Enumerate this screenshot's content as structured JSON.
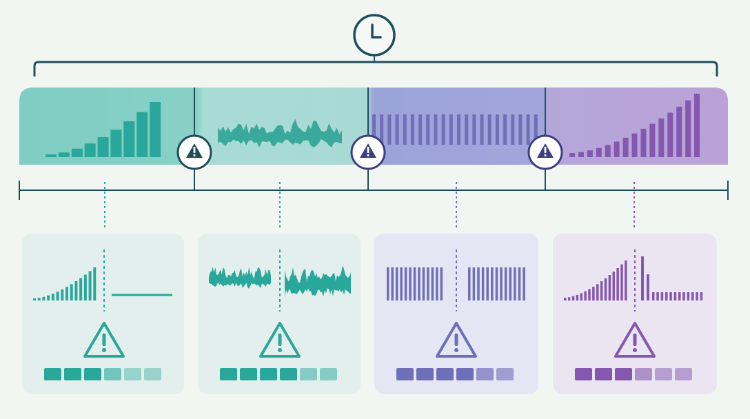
{
  "icons": {
    "timer": "clock-icon",
    "boundary_warning": "warning-icon",
    "panel_warning": "warning-triangle-icon"
  },
  "colors": {
    "background": "#f1f6f2",
    "line": "#1f5b66",
    "warning_ring": "#1f4e5a",
    "teal": "#2aa79b",
    "teal_band": "#7fcdc3",
    "teal_band_light": "#a8dbd6",
    "blue_violet": "#6f6fb8",
    "blue_band": "#9da3d8",
    "purple": "#8458ae",
    "purple_band": "#b9a2d6"
  },
  "segments": [
    {
      "pattern": "rising-bars",
      "accent": "#2aa79b",
      "band": "#7fcdc3"
    },
    {
      "pattern": "noisy-wave",
      "accent": "#3aa99b",
      "band": "#a8dbd6"
    },
    {
      "pattern": "uniform-bars",
      "accent": "#6f6fb8",
      "band": "#9da3d8"
    },
    {
      "pattern": "rising-bars",
      "accent": "#8458ae",
      "band": "#b9a2d6"
    }
  ],
  "panels": [
    {
      "left_pattern": "rising-bars",
      "right_pattern": "flat-line",
      "accent": "#2aa79b",
      "panel_bg": "#e3efec",
      "level_blocks": [
        1,
        1,
        1,
        0.6,
        0.4,
        0.4
      ]
    },
    {
      "left_pattern": "noisy-wave",
      "right_pattern": "spike-wave",
      "accent": "#2aa79b",
      "panel_bg": "#e3efec",
      "level_blocks": [
        1,
        1,
        1,
        1,
        0.5,
        0.5
      ]
    },
    {
      "left_pattern": "uniform-bars",
      "right_pattern": "uniform-bars",
      "accent": "#6f6fb8",
      "panel_bg": "#e4e6f3",
      "level_blocks": [
        1,
        1,
        1,
        1,
        0.7,
        0.6
      ]
    },
    {
      "left_pattern": "rising-bars",
      "right_pattern": "spike-decay",
      "accent": "#8458ae",
      "panel_bg": "#ebe5f2",
      "level_blocks": [
        1,
        1,
        1,
        0.6,
        0.5,
        0.5
      ]
    }
  ]
}
